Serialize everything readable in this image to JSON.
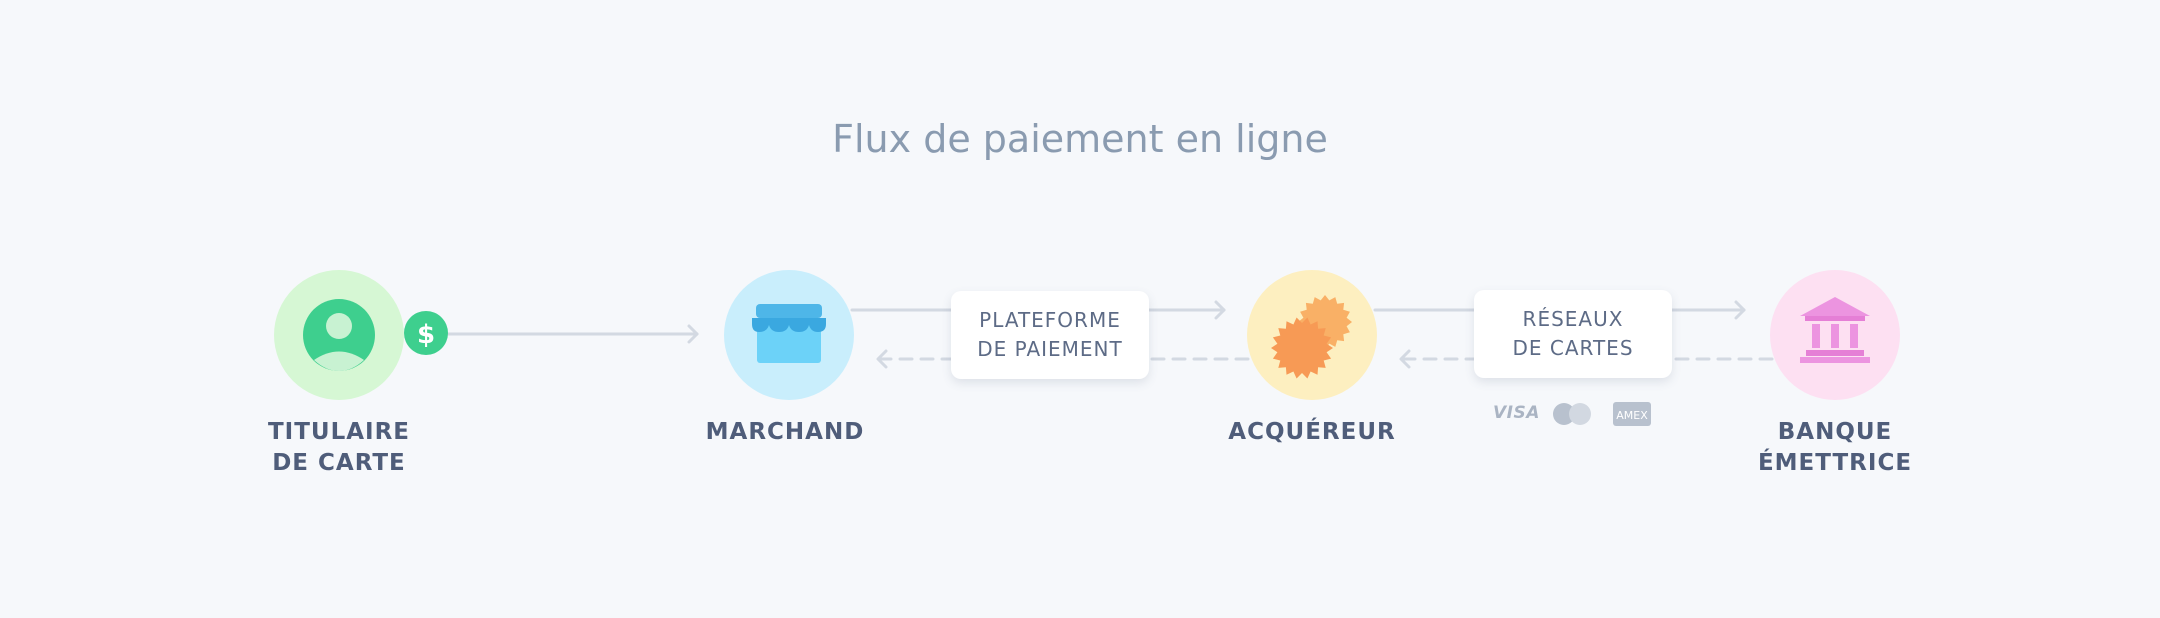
{
  "title": "Flux de paiement en ligne",
  "nodes": [
    {
      "id": "cardholder",
      "label_line1": "TITULAIRE",
      "label_line2": "DE CARTE",
      "icon": "user-icon",
      "bg": "#d6f7d4",
      "accent": "#3ecf8e"
    },
    {
      "id": "merchant",
      "label_line1": "MARCHAND",
      "label_line2": "",
      "icon": "shop-icon",
      "bg": "#c9eefc",
      "accent": "#4eb6e8"
    },
    {
      "id": "acquirer",
      "label_line1": "ACQUÉREUR",
      "label_line2": "",
      "icon": "gears-icon",
      "bg": "#fdefc0",
      "accent": "#f79a55"
    },
    {
      "id": "issuer",
      "label_line1": "BANQUE",
      "label_line2": "ÉMETTRICE",
      "icon": "bank-icon",
      "bg": "#fde0f2",
      "accent": "#ec94e0"
    }
  ],
  "boxes": [
    {
      "id": "platform",
      "line1": "PLATEFORME",
      "line2": "DE PAIEMENT"
    },
    {
      "id": "networks",
      "line1": "RÉSEAUX",
      "line2": "DE CARTES"
    }
  ],
  "payment_badge": {
    "symbol": "$",
    "icon": "dollar-icon",
    "color": "#3ecf8e"
  },
  "card_brands": {
    "visa": "VISA",
    "mastercard": "mastercard-icon",
    "amex": "AMEX"
  },
  "colors": {
    "connector": "#d3d9e2",
    "label": "#4f5d7a",
    "title": "#8a9bb0"
  }
}
